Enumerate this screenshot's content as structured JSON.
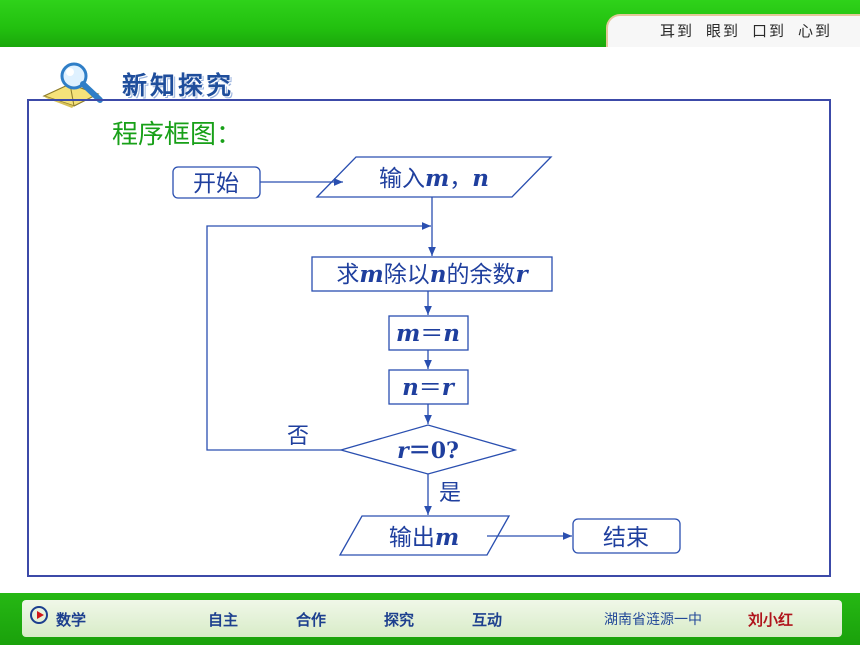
{
  "header": {
    "links": [
      "耳到",
      "眼到",
      "口到",
      "心到"
    ]
  },
  "section": {
    "title": "新知探究",
    "icon": "magnifier-book-icon"
  },
  "slide": {
    "subtitle": "程序框图："
  },
  "flowchart": {
    "nodes": {
      "start": "开始",
      "input_prefix": "输入",
      "input_m": "m",
      "input_sep": "，",
      "input_n": "n",
      "calc_pre": "求",
      "calc_m": "m",
      "calc_mid": "除以",
      "calc_n": "n",
      "calc_post": "的余数",
      "calc_r": "r",
      "assign1_lhs": "m",
      "assign1_op": "＝",
      "assign1_rhs": "n",
      "assign2_lhs": "n",
      "assign2_op": "＝",
      "assign2_rhs": "r",
      "decision_var": "r",
      "decision_rest": "＝0?",
      "output_prefix": "输出",
      "output_var": "m",
      "end": "结束"
    },
    "edge_labels": {
      "no": "否",
      "yes": "是"
    },
    "colors": {
      "stroke": "#2a4fb0",
      "text": "#1f3f9e"
    }
  },
  "footer": {
    "subject": "数学",
    "nav": [
      "自主",
      "合作",
      "探究",
      "互动"
    ],
    "school": "湖南省涟源一中",
    "author": "刘小红"
  }
}
